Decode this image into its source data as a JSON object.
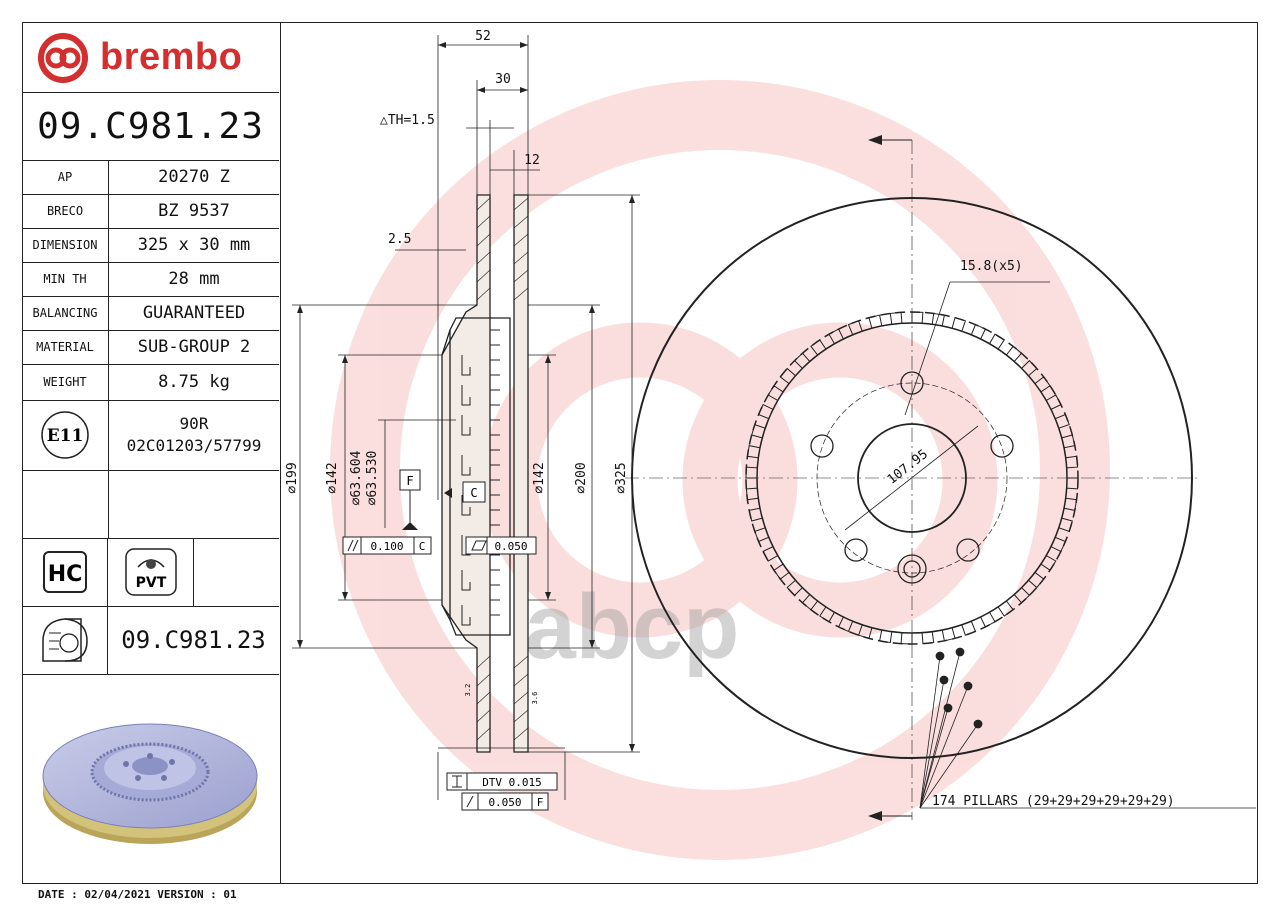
{
  "brand": {
    "name": "brembo",
    "color": "#d32f2f"
  },
  "part_number": "09.C981.23",
  "specs": [
    {
      "key": "AP",
      "value": "20270 Z"
    },
    {
      "key": "BRECO",
      "value": "BZ 9537"
    },
    {
      "key": "DIMENSION",
      "value": "325 x 30 mm"
    },
    {
      "key": "MIN TH",
      "value": "28 mm"
    },
    {
      "key": "BALANCING",
      "value": "GUARANTEED"
    },
    {
      "key": "MATERIAL",
      "value": "SUB-GROUP 2"
    },
    {
      "key": "WEIGHT",
      "value": "8.75 kg"
    }
  ],
  "certification": {
    "mark": "E11",
    "line1": "90R",
    "line2": "02C01203/57799"
  },
  "badges": {
    "hc": "HC",
    "pvt": "PVT"
  },
  "part_number_bottom": "09.C981.23",
  "footer": "DATE : 02/04/2021 VERSION : 01",
  "watermark": "abcp",
  "dimensions": {
    "d52": "52",
    "d30": "30",
    "th": "△TH=1.5",
    "d12": "12",
    "d2_5": "2.5",
    "d199": "∅199",
    "d142a": "∅142",
    "d63_604": "∅63.604",
    "d63_530": "∅63.530",
    "d142b": "∅142",
    "d200": "∅200",
    "d325": "∅325",
    "datum_f": "F",
    "datum_c": "C",
    "tol1_value": "0.100",
    "tol1_ref": "C",
    "tol2_value": "0.050",
    "dtv": "DTV 0.015",
    "runout_value": "0.050",
    "runout_ref": "F",
    "holes": "15.8(x5)",
    "pcd": "107.95",
    "pillars": "174 PILLARS (29+29+29+29+29+29)",
    "small_a": "3.2",
    "small_b": "3.6"
  }
}
